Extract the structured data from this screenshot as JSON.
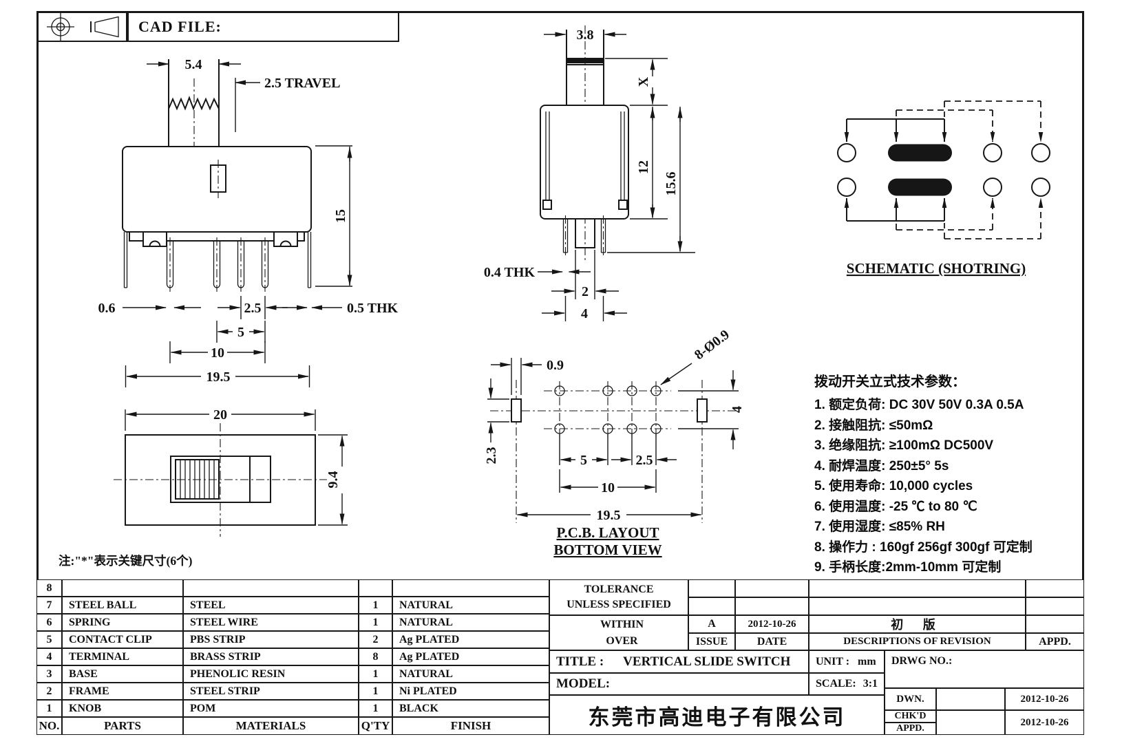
{
  "page": {
    "bg": "#ffffff",
    "ink": "#181818"
  },
  "header": {
    "cad_file_label": "CAD FILE:",
    "projection_symbols": [
      "target-symbol",
      "cone-symbol"
    ]
  },
  "front_view": {
    "dim_knob_width": "5.4",
    "dim_travel": "2.5 TRAVEL",
    "dim_height": "15",
    "dim_pin_width": "0.6",
    "dim_pitch_small": "2.5",
    "dim_leg_thk": "0.5 THK",
    "dim_pitch": "5",
    "dim_span": "10",
    "dim_leg_span": "19.5"
  },
  "top_view": {
    "dim_length": "20",
    "dim_width": "9.4"
  },
  "side_view": {
    "dim_knob_w": "3.8",
    "dim_knob_h": "X",
    "dim_body_h": "12",
    "dim_total_h": "15.6",
    "dim_pin_thk": "0.4 THK",
    "dim_post_w": "2",
    "dim_pin_span": "4"
  },
  "pcb_view": {
    "title_line1": "P.C.B. LAYOUT",
    "title_line2": "BOTTOM VIEW",
    "dim_slot_w": "0.9",
    "dim_slot_l": "2.3",
    "dim_holes": "8-Ø0.9",
    "dim_row_span": "4",
    "dim_pitch": "5",
    "dim_pitch_small": "2.5",
    "dim_span": "10",
    "dim_slot_span": "19.5"
  },
  "schematic": {
    "title": "SCHEMATIC (SHOTRING)"
  },
  "note": "注:\"*\"表示关键尺寸(6个)",
  "tech_params": {
    "title": "拨动开关立式技术参数：",
    "items": [
      "1.  额定负荷: DC 30V    50V    0.3A    0.5A",
      "2.  接触阻抗: ≤50mΩ",
      "3.  绝缘阻抗: ≥100mΩ   DC500V",
      "4.  耐焊温度: 250±5°  5s",
      "5.  使用寿命: 10,000 cycles",
      "6.  使用温度: -25 ℃  to 80 ℃",
      "7.  使用湿度: ≤85% RH",
      "8. 操作力 : 160gf   256gf   300gf  可定制",
      "9. 手柄长度:2mm-10mm  可定制"
    ]
  },
  "parts_table": {
    "headers": {
      "no": "NO.",
      "parts": "PARTS",
      "materials": "MATERIALS",
      "qty": "Q'TY",
      "finish": "FINISH"
    },
    "rows": [
      {
        "no": "8",
        "parts": "",
        "materials": "",
        "qty": "",
        "finish": ""
      },
      {
        "no": "7",
        "parts": "STEEL BALL",
        "materials": "STEEL",
        "qty": "1",
        "finish": "NATURAL"
      },
      {
        "no": "6",
        "parts": "SPRING",
        "materials": "STEEL WIRE",
        "qty": "1",
        "finish": "NATURAL"
      },
      {
        "no": "5",
        "parts": "CONTACT CLIP",
        "materials": "PBS STRIP",
        "qty": "2",
        "finish": "Ag PLATED"
      },
      {
        "no": "4",
        "parts": "TERMINAL",
        "materials": "BRASS STRIP",
        "qty": "8",
        "finish": "Ag PLATED"
      },
      {
        "no": "3",
        "parts": "BASE",
        "materials": "PHENOLIC RESIN",
        "qty": "1",
        "finish": "NATURAL"
      },
      {
        "no": "2",
        "parts": "FRAME",
        "materials": "STEEL STRIP",
        "qty": "1",
        "finish": "Ni PLATED"
      },
      {
        "no": "1",
        "parts": "KNOB",
        "materials": "POM",
        "qty": "1",
        "finish": "BLACK"
      }
    ]
  },
  "title_block": {
    "tolerance_line1": "TOLERANCE",
    "tolerance_line2": "UNLESS  SPECIFIED",
    "within": "WITHIN",
    "over": "OVER",
    "issue_value": "A",
    "issue_label": "ISSUE",
    "date_value": "2012-10-26",
    "date_label": "DATE",
    "revision_value": "初 版",
    "revision_label": "DESCRIPTIONS OF REVISION",
    "appd_label": "APPD.",
    "title_label": "TITLE :",
    "title_value": "VERTICAL SLIDE SWITCH",
    "unit_label": "UNIT :",
    "unit_value": "mm",
    "model_label": "MODEL:",
    "scale_label": "SCALE:",
    "scale_value": "3:1",
    "drwg_label": "DRWG NO.:",
    "dwn_label": "DWN.",
    "dwn_date": "2012-10-26",
    "chkd_label": "CHK'D",
    "appd2_label": "APPD.",
    "chk_date": "2012-10-26",
    "company": "东莞市高迪电子有限公司"
  }
}
